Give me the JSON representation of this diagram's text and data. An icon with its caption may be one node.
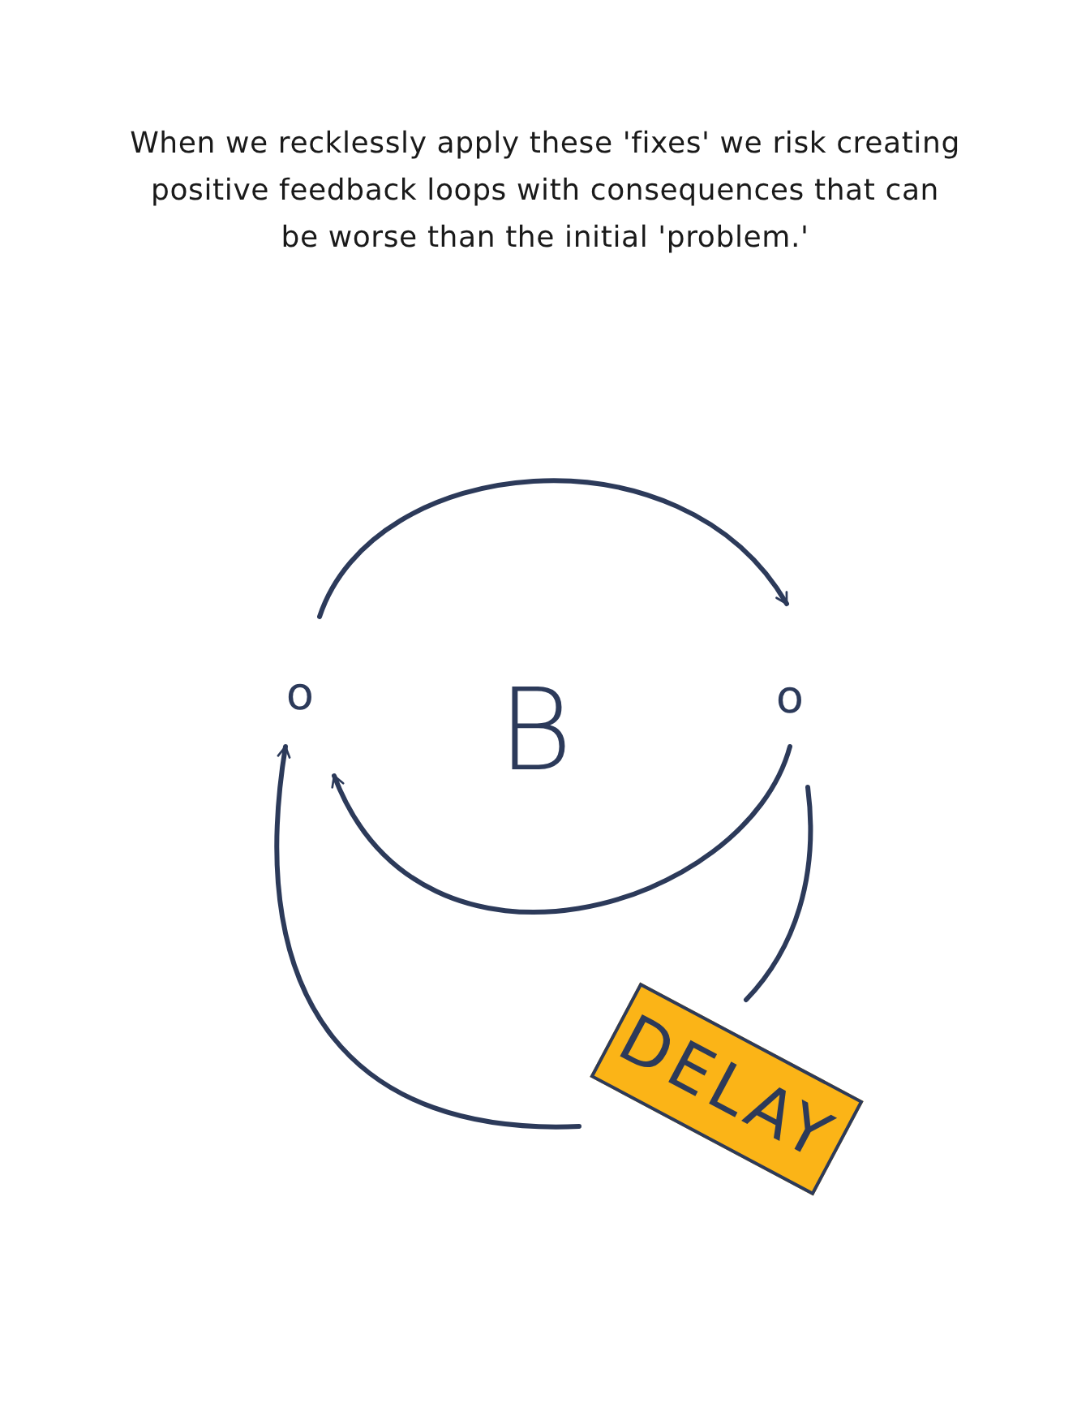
{
  "diagram": {
    "title": "When we recklessly apply these 'fixes' we risk creating positive feedback loops with consequences that can be worse than the initial 'problem.'",
    "nodes": [
      {
        "text": [
          "o"
        ]
      },
      {
        "text": [
          "o"
        ]
      },
      {
        "text": [
          "B"
        ]
      },
      {
        "text": [
          "DELAY"
        ]
      }
    ],
    "edges": [
      {
        "from": 0,
        "to": 1,
        "arrow": "to"
      },
      {
        "from": 1,
        "to": 0,
        "arrow": "to"
      },
      {
        "from": 1,
        "to": 3,
        "arrow": "none"
      },
      {
        "from": 3,
        "to": 0,
        "arrow": "to"
      }
    ]
  }
}
